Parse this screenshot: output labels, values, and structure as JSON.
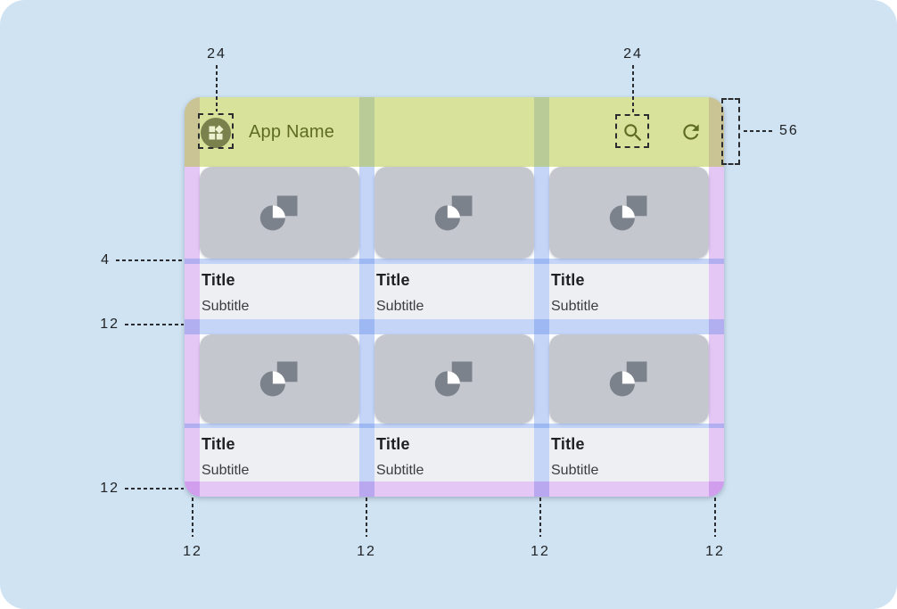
{
  "app": {
    "name": "App Name",
    "toolbar_icons": {
      "logo": "widgets-icon",
      "search": "search-icon",
      "refresh": "refresh-icon"
    }
  },
  "cards": [
    {
      "title": "Title",
      "subtitle": "Subtitle"
    },
    {
      "title": "Title",
      "subtitle": "Subtitle"
    },
    {
      "title": "Title",
      "subtitle": "Subtitle"
    },
    {
      "title": "Title",
      "subtitle": "Subtitle"
    },
    {
      "title": "Title",
      "subtitle": "Subtitle"
    },
    {
      "title": "Title",
      "subtitle": "Subtitle"
    }
  ],
  "annotations": {
    "logo_icon_size": "24",
    "search_icon_size": "24",
    "appbar_height": "56",
    "image_text_gap": "4",
    "row_gap": "12",
    "bottom_margin": "12",
    "bottom_left_margin": "12",
    "bottom_gutter_1": "12",
    "bottom_gutter_2": "12",
    "bottom_right_margin": "12"
  },
  "colors": {
    "page_background": "#cfe3f2",
    "appbar_highlight": "#d9e29b",
    "margin_highlight": "#e4c7f5",
    "gutter_highlight": "#c5d5f8",
    "card_image": "#c4c7cd",
    "card_text_background": "#edeff3",
    "olive_accent": "#5d6b24",
    "annotation_ink": "#202225"
  }
}
